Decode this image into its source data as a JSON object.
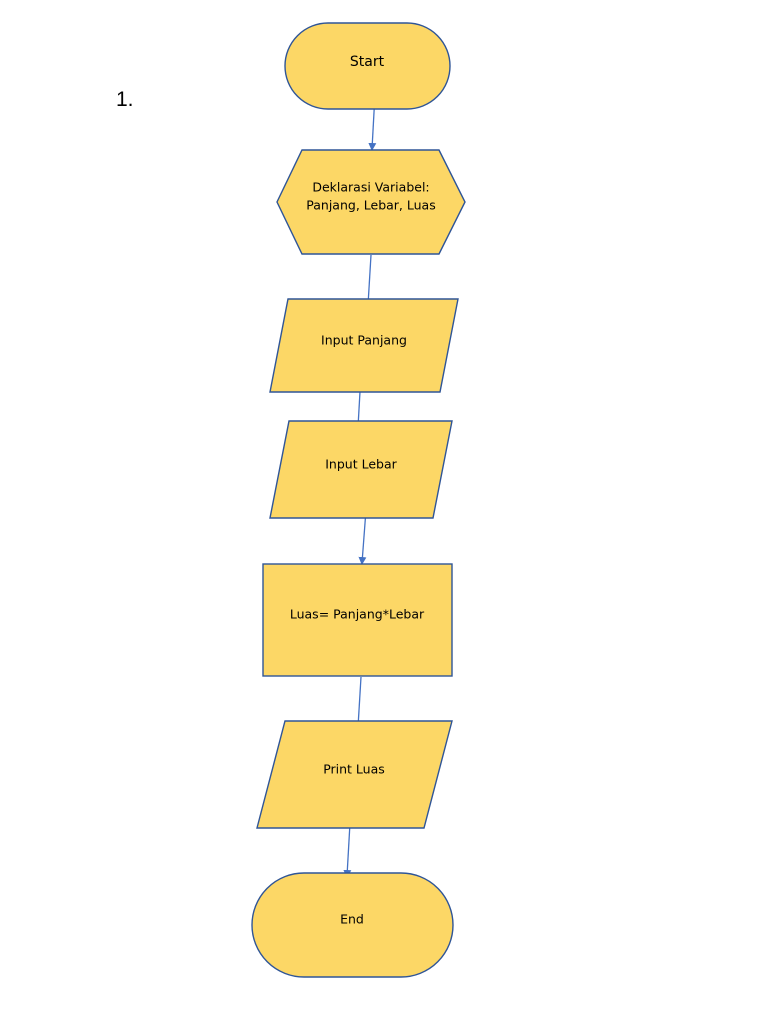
{
  "problem_number": "1.",
  "colors": {
    "shape_fill": "#FCD766",
    "shape_stroke": "#2F5597",
    "arrow": "#4472C4",
    "text": "#000000"
  },
  "flowchart": {
    "nodes": {
      "start": {
        "shape": "terminator",
        "label": "Start"
      },
      "declare": {
        "shape": "preparation",
        "line1": "Deklarasi Variabel:",
        "line2": "Panjang, Lebar, Luas"
      },
      "input_panjang": {
        "shape": "input-output",
        "label": "Input Panjang"
      },
      "input_lebar": {
        "shape": "input-output",
        "label": "Input Lebar"
      },
      "process": {
        "shape": "process",
        "label": "Luas= Panjang*Lebar"
      },
      "print": {
        "shape": "input-output",
        "label": "Print Luas"
      },
      "end": {
        "shape": "terminator",
        "label": "End"
      }
    },
    "edges": [
      {
        "from": "start",
        "to": "declare"
      },
      {
        "from": "declare",
        "to": "input_panjang"
      },
      {
        "from": "input_panjang",
        "to": "input_lebar"
      },
      {
        "from": "input_lebar",
        "to": "process"
      },
      {
        "from": "process",
        "to": "print"
      },
      {
        "from": "print",
        "to": "end"
      }
    ]
  }
}
